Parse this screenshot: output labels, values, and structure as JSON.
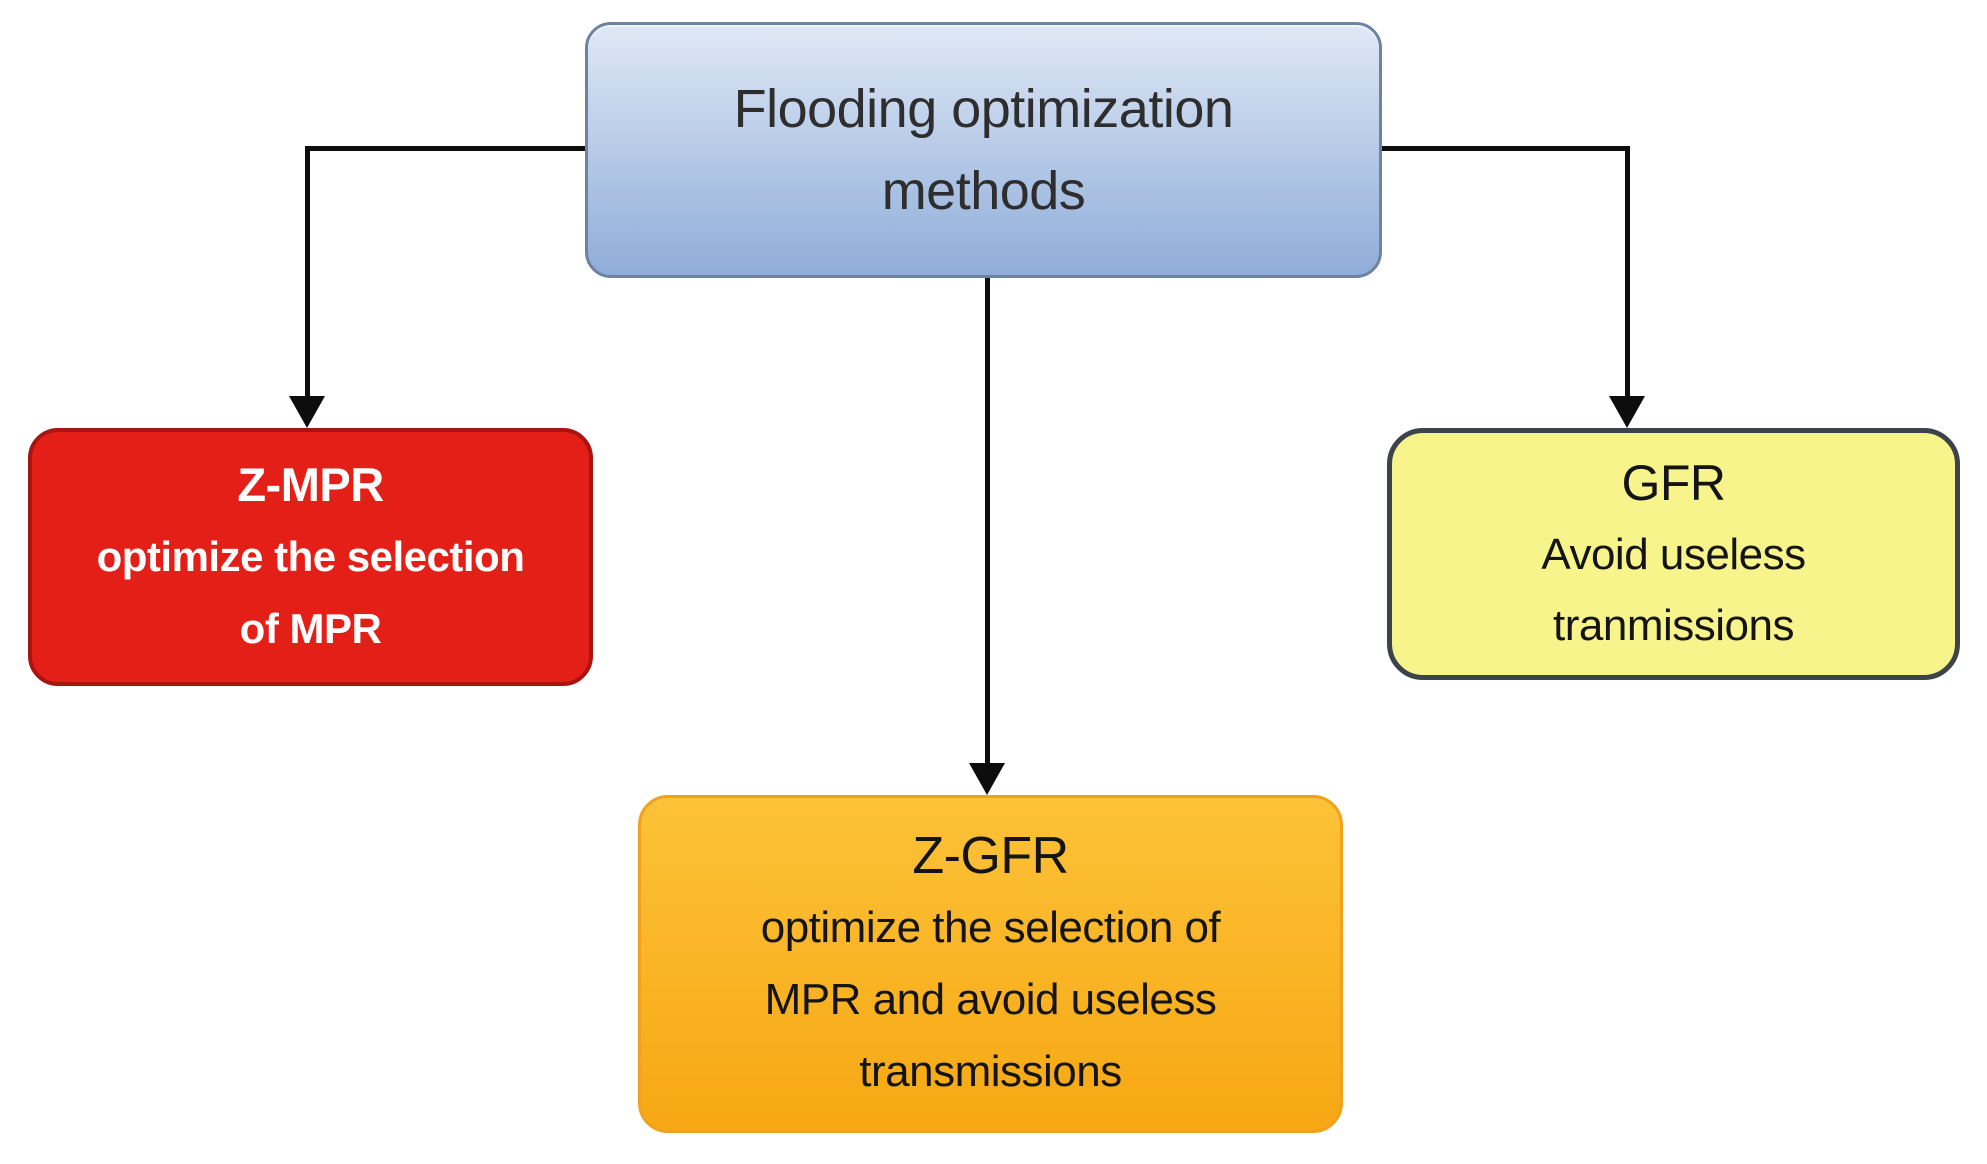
{
  "diagram_type": "flowchart",
  "background": "#ffffff",
  "arrow_color": "#0d0d0d",
  "nodes": {
    "root": {
      "id": "flooding-optimization-methods",
      "lines": [
        "Flooding optimization",
        "methods"
      ],
      "fill_top": "#dfe8f6",
      "fill_bottom": "#8fadd9",
      "border": "#6d83a1",
      "text_color": "#2e2e2e"
    },
    "zmpr": {
      "id": "z-mpr",
      "lines": [
        "Z-MPR",
        "optimize the selection",
        "of MPR"
      ],
      "fill": "#e41f17",
      "border": "#a81410",
      "text_color": "#ffffff"
    },
    "zgfr": {
      "id": "z-gfr",
      "lines": [
        "Z-GFR",
        "optimize the selection of",
        "MPR and avoid useless",
        "transmissions"
      ],
      "fill_top": "#fcc238",
      "fill_bottom": "#f7a713",
      "border": "#efa21e",
      "text_color": "#141414"
    },
    "gfr": {
      "id": "gfr",
      "lines": [
        "GFR",
        "Avoid useless",
        "tranmissions"
      ],
      "fill": "#f7f48c",
      "border": "#3c434b",
      "text_color": "#141414"
    }
  },
  "edges": [
    {
      "from": "flooding-optimization-methods",
      "to": "z-mpr",
      "style": "elbow-left-then-down"
    },
    {
      "from": "flooding-optimization-methods",
      "to": "z-gfr",
      "style": "straight-down"
    },
    {
      "from": "flooding-optimization-methods",
      "to": "gfr",
      "style": "elbow-right-then-down"
    }
  ]
}
